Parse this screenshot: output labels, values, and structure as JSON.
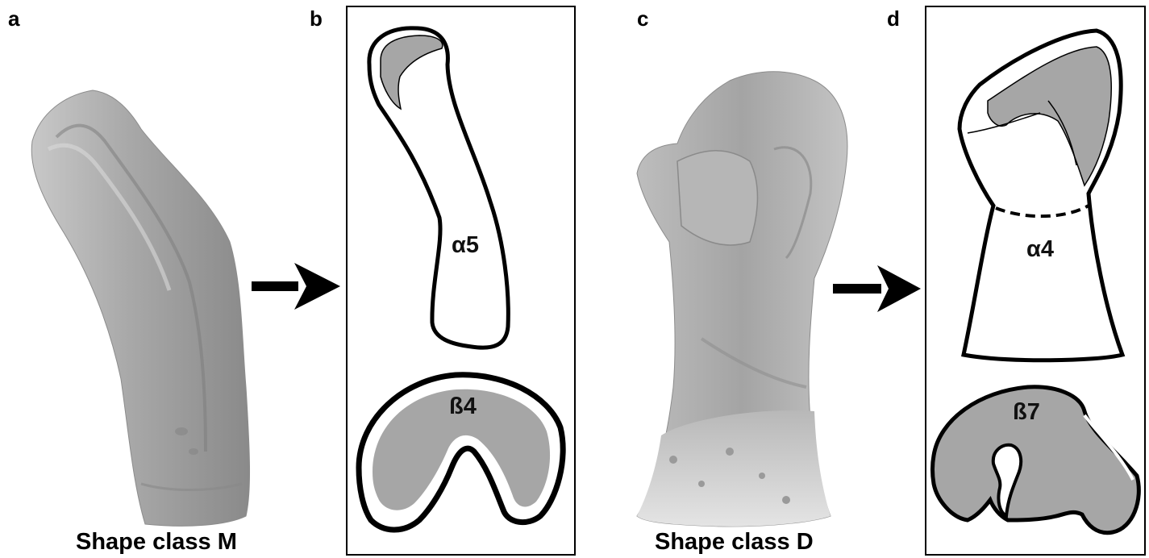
{
  "panels": {
    "a": {
      "letter": "a",
      "caption": "Shape class M"
    },
    "b": {
      "letter": "b",
      "upper_label": "α5",
      "lower_label": "ß4"
    },
    "c": {
      "letter": "c",
      "caption": "Shape class D"
    },
    "d": {
      "letter": "d",
      "upper_label": "α4",
      "lower_label": "ß7"
    }
  },
  "colors": {
    "outline": "#000000",
    "fill_gray": "#a6a6a6",
    "model_gray": "#9a9a9a",
    "model_light": "#cfcfcf"
  }
}
